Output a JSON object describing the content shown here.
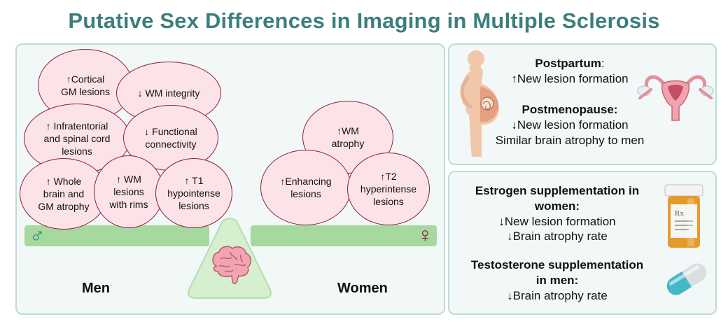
{
  "title": "Putative Sex Differences in Imaging in Multiple Sclerosis",
  "men": {
    "label": "Men",
    "symbol": "♂",
    "bubbles": [
      "↑Cortical\nGM lesions",
      "↓ WM integrity",
      "↑ Infratentorial\nand spinal cord\nlesions",
      "↓ Functional\nconnectivity",
      "↑ Whole\nbrain and\nGM atrophy",
      "↑ WM\nlesions\nwith rims",
      "↑ T1\nhypointense\nlesions"
    ]
  },
  "women": {
    "label": "Women",
    "symbol": "♀",
    "bubbles": [
      "↑WM\natrophy",
      "↑Enhancing\nlesions",
      "↑T2\nhyperintense\nlesions"
    ]
  },
  "postpartum": {
    "heading": "Postpartum",
    "colon": ":",
    "line": "↑New lesion formation"
  },
  "postmenopause": {
    "heading": "Postmenopause:",
    "lines": [
      "↓New lesion formation",
      "Similar brain atrophy to men"
    ]
  },
  "estrogen": {
    "heading_lines": [
      "Estrogen supplementation in",
      "women:"
    ],
    "lines": [
      "↓New lesion formation",
      "↓Brain atrophy rate"
    ]
  },
  "testosterone": {
    "heading_lines": [
      "Testosterone supplementation",
      "in men:"
    ],
    "lines": [
      "↓Brain atrophy rate"
    ]
  },
  "pill_bottle_label": "Rx",
  "colors": {
    "title": "#3b7f7c",
    "panel_border": "#bcdcd6",
    "panel_bg": "#f1f8f7",
    "bubble_fill": "#fbe3e7",
    "bubble_border": "#8c1d3e",
    "beam": "#a6d99e",
    "male_symbol": "#2f7f86",
    "female_symbol": "#8c1d3e"
  },
  "icons": [
    "pregnant-woman-icon",
    "uterus-icon",
    "pill-bottle-icon",
    "capsule-icon",
    "brain-icon",
    "fulcrum-icon"
  ]
}
